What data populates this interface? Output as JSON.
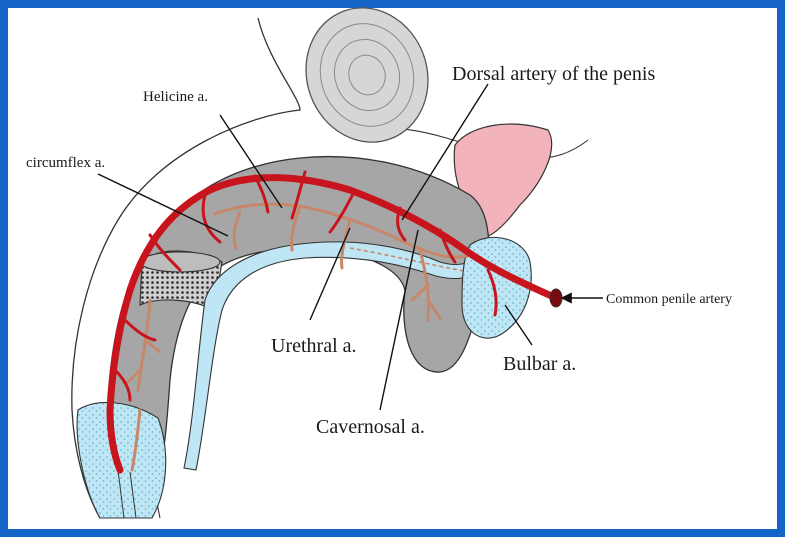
{
  "labels": {
    "dorsal_artery": "Dorsal artery of the penis",
    "helicine": "Helicine a.",
    "circumflex": "circumflex a.",
    "common_penile": "Common penile artery",
    "urethral": "Urethral a.",
    "bulbar": "Bulbar a.",
    "cavernosal": "Cavernosal a."
  },
  "colors": {
    "frame": "#1565c8",
    "artery": "#c8141c",
    "branch": "#c7876a",
    "corpus": "#a6a6a6",
    "spongiosum": "#bfe6f4",
    "bladder": "#f2b3bb",
    "bone": "#d6d6d6"
  }
}
